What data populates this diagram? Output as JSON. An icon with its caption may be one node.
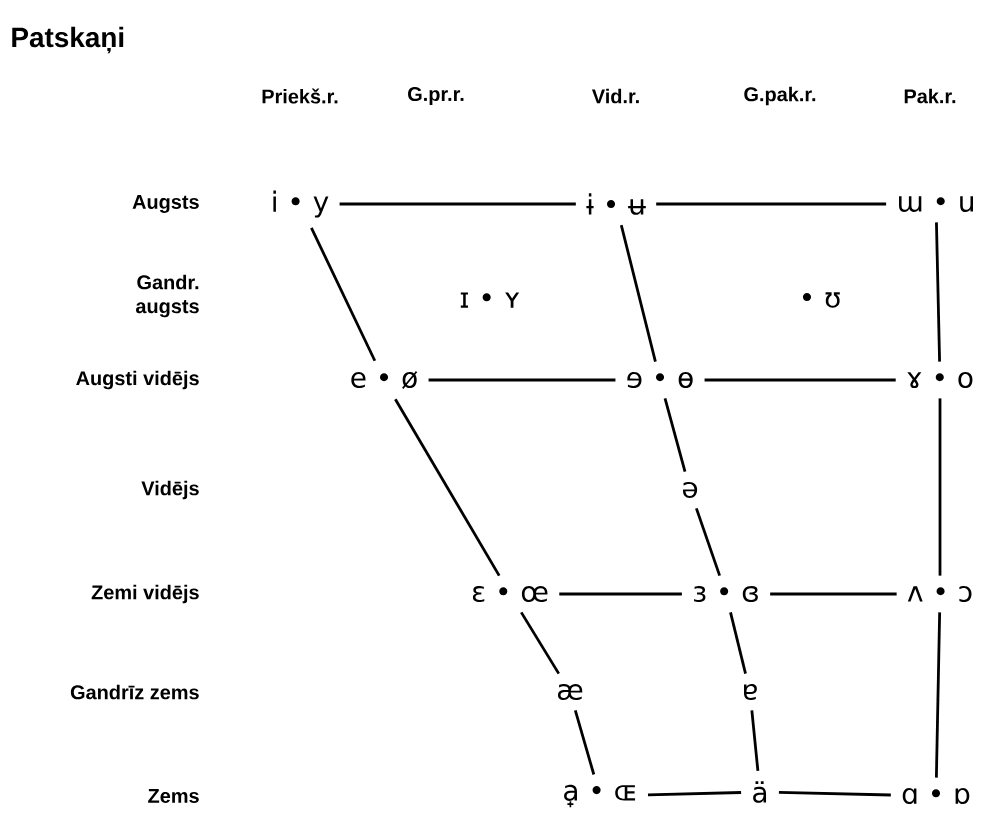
{
  "diagram": {
    "title": "Patskaņi",
    "nodes": [
      {
        "text": [
          "i • y"
        ]
      },
      {
        "text": [
          "ɨ • ʉ"
        ]
      },
      {
        "text": [
          "ɯ • u"
        ]
      },
      {
        "text": [
          "e • ø"
        ]
      },
      {
        "text": [
          "ɘ • ɵ"
        ]
      },
      {
        "text": [
          "ɤ • o"
        ]
      },
      {
        "text": [
          "ə"
        ]
      },
      {
        "text": [
          "ɛ • œ"
        ]
      },
      {
        "text": [
          "ɜ • ɞ"
        ]
      },
      {
        "text": [
          "ʌ • ɔ"
        ]
      },
      {
        "text": [
          "æ"
        ]
      },
      {
        "text": [
          "ɐ"
        ]
      },
      {
        "text": [
          "a̟ • ɶ"
        ]
      },
      {
        "text": [
          "ä"
        ]
      },
      {
        "text": [
          "ɑ • ɒ"
        ]
      }
    ],
    "edges": [
      {
        "from": 0,
        "to": 1,
        "arrow": "none"
      },
      {
        "from": 1,
        "to": 2,
        "arrow": "none"
      },
      {
        "from": 0,
        "to": 3,
        "arrow": "none"
      },
      {
        "from": 1,
        "to": 4,
        "arrow": "none"
      },
      {
        "from": 2,
        "to": 5,
        "arrow": "none"
      },
      {
        "from": 3,
        "to": 4,
        "arrow": "none"
      },
      {
        "from": 4,
        "to": 5,
        "arrow": "none"
      },
      {
        "from": 3,
        "to": 7,
        "arrow": "none"
      },
      {
        "from": 4,
        "to": 6,
        "arrow": "none"
      },
      {
        "from": 6,
        "to": 8,
        "arrow": "none"
      },
      {
        "from": 5,
        "to": 9,
        "arrow": "none"
      },
      {
        "from": 7,
        "to": 8,
        "arrow": "none"
      },
      {
        "from": 8,
        "to": 9,
        "arrow": "none"
      },
      {
        "from": 7,
        "to": 10,
        "arrow": "none"
      },
      {
        "from": 10,
        "to": 12,
        "arrow": "none"
      },
      {
        "from": 8,
        "to": 11,
        "arrow": "none"
      },
      {
        "from": 11,
        "to": 13,
        "arrow": "none"
      },
      {
        "from": 9,
        "to": 14,
        "arrow": "none"
      },
      {
        "from": 12,
        "to": 13,
        "arrow": "none"
      },
      {
        "from": 13,
        "to": 14,
        "arrow": "none"
      }
    ],
    "labels": [
      "Priekš.r.",
      "G.pr.r.",
      "Vid.r.",
      "G.pak.r.",
      "Pak.r.",
      "Augsts",
      "Gandr. augsts",
      "ɪ • ʏ",
      "• ʊ",
      "Augsti vidējs",
      "Vidējs",
      "Zemi vidējs",
      "Gandrīz zems",
      "Zems"
    ]
  }
}
